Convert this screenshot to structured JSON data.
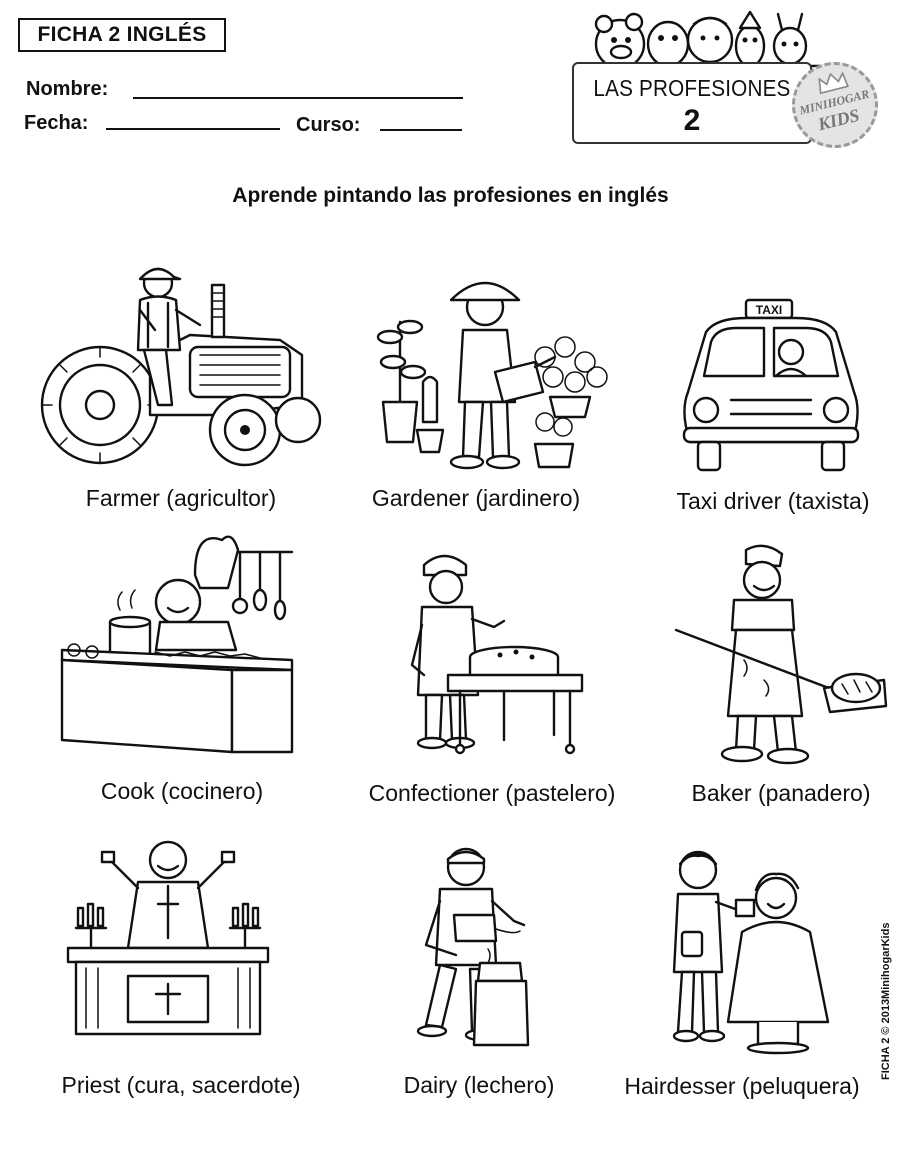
{
  "header": {
    "sheet_tag": "FICHA 2 INGLÉS",
    "name_label": "Nombre:",
    "date_label": "Fecha:",
    "course_label": "Curso:"
  },
  "title_box": {
    "title": "LAS PROFESIONES",
    "number": "2"
  },
  "stamp": {
    "brand": "MINIHOGAR",
    "sub": "KIDS"
  },
  "instructions": "Aprende pintando las profesiones en inglés",
  "professions": [
    {
      "label": "Farmer (agricultor)",
      "icon": "farmer-tractor"
    },
    {
      "label": "Gardener (jardinero)",
      "icon": "gardener-watering"
    },
    {
      "label": "Taxi driver (taxista)",
      "icon": "taxi-car"
    },
    {
      "label": "Cook (cocinero)",
      "icon": "cook-kitchen"
    },
    {
      "label": "Confectioner (pastelero)",
      "icon": "confectioner-cake"
    },
    {
      "label": "Baker (panadero)",
      "icon": "baker-peel"
    },
    {
      "label": "Priest (cura, sacerdote)",
      "icon": "priest-altar"
    },
    {
      "label": "Dairy (lechero)",
      "icon": "dairy-milk-can"
    },
    {
      "label": "Hairdesser (peluquera)",
      "icon": "hairdresser-dryer"
    }
  ],
  "taxi_sign": "TAXI",
  "side_credit": "FICHA 2 © 2013MinihogarKids"
}
